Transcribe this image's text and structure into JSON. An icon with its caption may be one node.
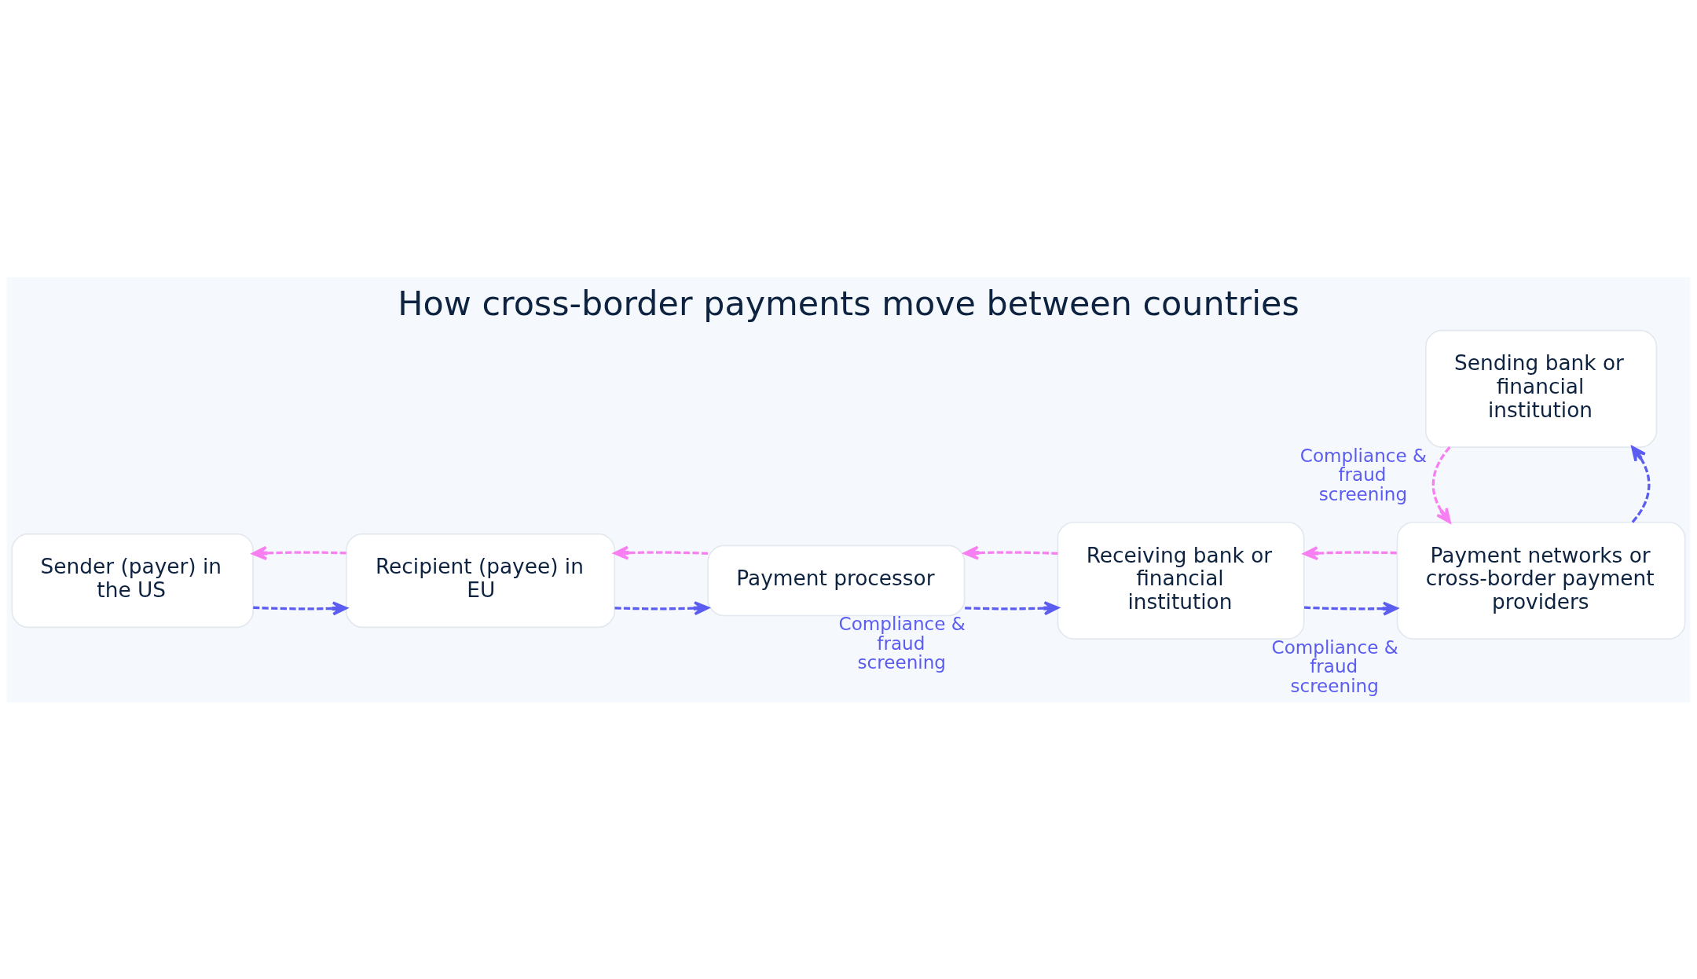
{
  "diagram": {
    "title": "How cross-border payments move between countries",
    "nodes": [
      {
        "text": [
          "Sender (payer) in the US"
        ]
      },
      {
        "text": [
          "Recipient (payee) in EU"
        ]
      },
      {
        "text": [
          "Payment processor"
        ],
        "beside": [
          "Compliance & fraud screening"
        ]
      },
      {
        "text": [
          "Receiving bank or financial institution"
        ]
      },
      {
        "text": [
          "Payment networks or cross-border payment providers"
        ],
        "beside": [
          "Compliance & fraud screening"
        ]
      },
      {
        "text": [
          "Sending bank or financial institution"
        ],
        "beside": [
          "Compliance & fraud screening"
        ]
      }
    ],
    "edges": [
      {
        "from": 0,
        "to": 1,
        "arrow": "to",
        "style": "dashed",
        "color": "#5b5cf0"
      },
      {
        "from": 1,
        "to": 0,
        "arrow": "to",
        "style": "dashed",
        "color": "#f77ff2"
      },
      {
        "from": 1,
        "to": 2,
        "arrow": "to",
        "style": "dashed",
        "color": "#5b5cf0"
      },
      {
        "from": 2,
        "to": 1,
        "arrow": "to",
        "style": "dashed",
        "color": "#f77ff2"
      },
      {
        "from": 2,
        "to": 3,
        "arrow": "to",
        "style": "dashed",
        "color": "#5b5cf0"
      },
      {
        "from": 3,
        "to": 2,
        "arrow": "to",
        "style": "dashed",
        "color": "#f77ff2"
      },
      {
        "from": 3,
        "to": 4,
        "arrow": "to",
        "style": "dashed",
        "color": "#5b5cf0"
      },
      {
        "from": 4,
        "to": 3,
        "arrow": "to",
        "style": "dashed",
        "color": "#f77ff2"
      },
      {
        "from": 4,
        "to": 5,
        "arrow": "to",
        "style": "dashed",
        "color": "#5b5cf0"
      },
      {
        "from": 5,
        "to": 4,
        "arrow": "to",
        "style": "dashed",
        "color": "#f77ff2"
      }
    ]
  }
}
